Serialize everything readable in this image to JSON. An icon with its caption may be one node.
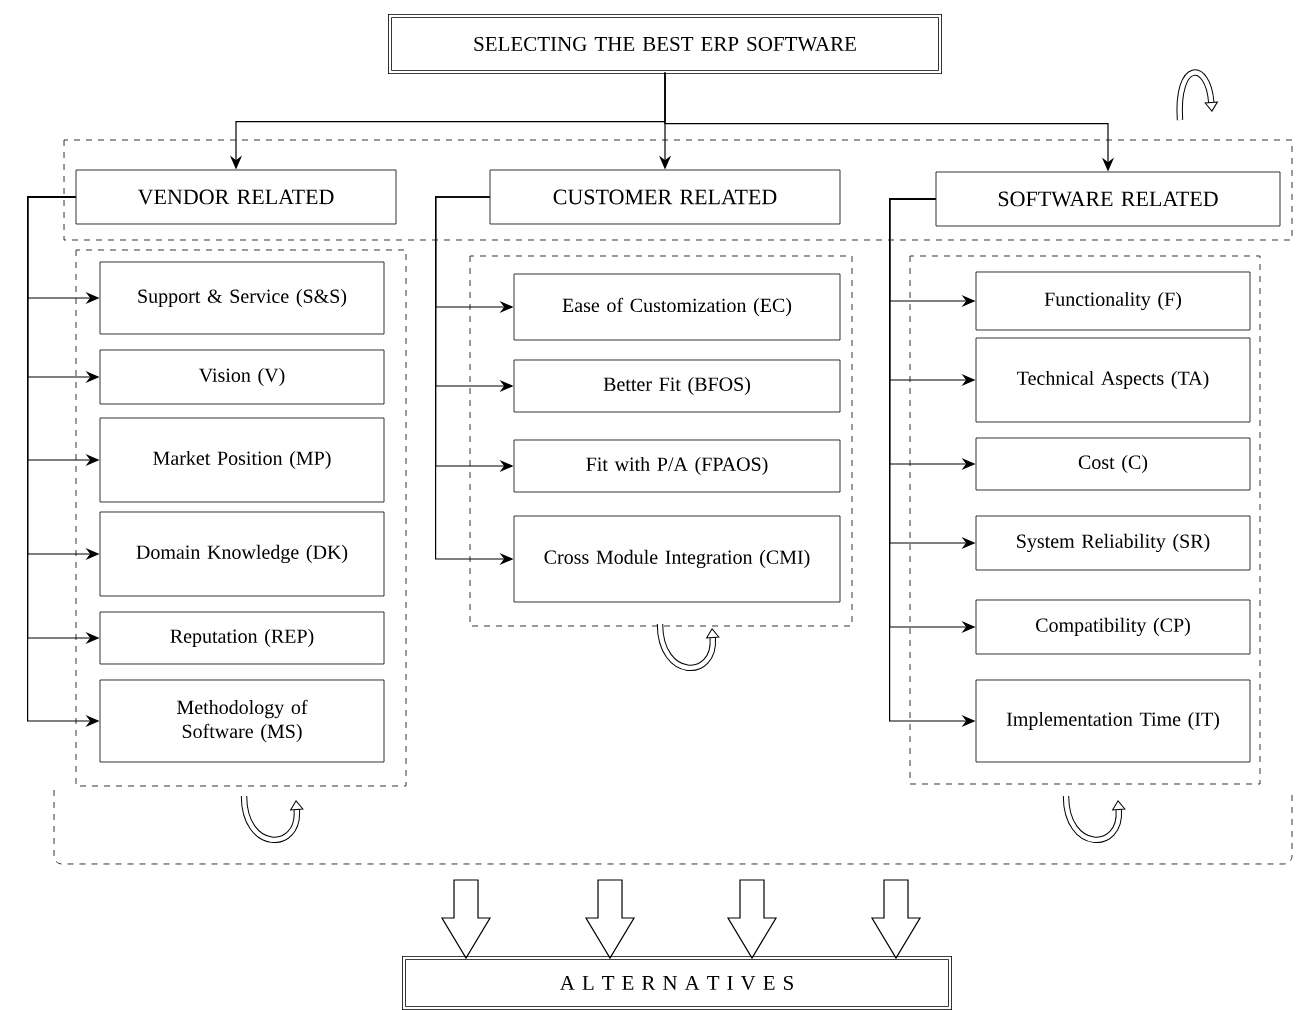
{
  "diagram": {
    "nodes": [
      {
        "text": [
          "SELECTING THE BEST ERP SOFTWARE"
        ]
      },
      {
        "text": [
          "VENDOR RELATED"
        ]
      },
      {
        "text": [
          "CUSTOMER RELATED"
        ]
      },
      {
        "text": [
          "SOFTWARE RELATED"
        ]
      },
      {
        "text": [
          "Support & Service (S&S)"
        ]
      },
      {
        "text": [
          "Vision (V)"
        ]
      },
      {
        "text": [
          "Market Position (MP)"
        ]
      },
      {
        "text": [
          "Domain Knowledge (DK)"
        ]
      },
      {
        "text": [
          "Reputation (REP)"
        ]
      },
      {
        "text": [
          "Methodology of Software (MS)"
        ]
      },
      {
        "text": [
          "Ease of Customization (EC)"
        ]
      },
      {
        "text": [
          "Better Fit (BFOS)"
        ]
      },
      {
        "text": [
          "Fit with P/A (FPAOS)"
        ]
      },
      {
        "text": [
          "Cross Module Integration (CMI)"
        ]
      },
      {
        "text": [
          "Functionality (F)"
        ]
      },
      {
        "text": [
          "Technical Aspects (TA)"
        ]
      },
      {
        "text": [
          "Cost (C)"
        ]
      },
      {
        "text": [
          "System Reliability (SR)"
        ]
      },
      {
        "text": [
          "Compatibility (CP)"
        ]
      },
      {
        "text": [
          "Implementation Time (IT)"
        ]
      },
      {
        "text": [
          "A L T E R N A T I V E S"
        ]
      }
    ],
    "edges": [
      {
        "from": 0,
        "to": 1,
        "arrow": "to"
      },
      {
        "from": 0,
        "to": 2,
        "arrow": "to"
      },
      {
        "from": 0,
        "to": 3,
        "arrow": "to"
      },
      {
        "from": 1,
        "to": 4,
        "arrow": "to"
      },
      {
        "from": 1,
        "to": 5,
        "arrow": "to"
      },
      {
        "from": 1,
        "to": 6,
        "arrow": "to"
      },
      {
        "from": 1,
        "to": 7,
        "arrow": "to"
      },
      {
        "from": 1,
        "to": 8,
        "arrow": "to"
      },
      {
        "from": 1,
        "to": 9,
        "arrow": "to"
      },
      {
        "from": 2,
        "to": 10,
        "arrow": "to"
      },
      {
        "from": 2,
        "to": 11,
        "arrow": "to"
      },
      {
        "from": 2,
        "to": 12,
        "arrow": "to"
      },
      {
        "from": 2,
        "to": 13,
        "arrow": "to"
      },
      {
        "from": 3,
        "to": 14,
        "arrow": "to"
      },
      {
        "from": 3,
        "to": 15,
        "arrow": "to"
      },
      {
        "from": 3,
        "to": 16,
        "arrow": "to"
      },
      {
        "from": 3,
        "to": 17,
        "arrow": "to"
      },
      {
        "from": 3,
        "to": 18,
        "arrow": "to"
      },
      {
        "from": 3,
        "to": 19,
        "arrow": "to"
      },
      {
        "from": null,
        "to": 20,
        "arrow": "to"
      },
      {
        "from": null,
        "to": 20,
        "arrow": "to"
      },
      {
        "from": null,
        "to": 20,
        "arrow": "to"
      },
      {
        "from": null,
        "to": 20,
        "arrow": "to"
      }
    ]
  }
}
